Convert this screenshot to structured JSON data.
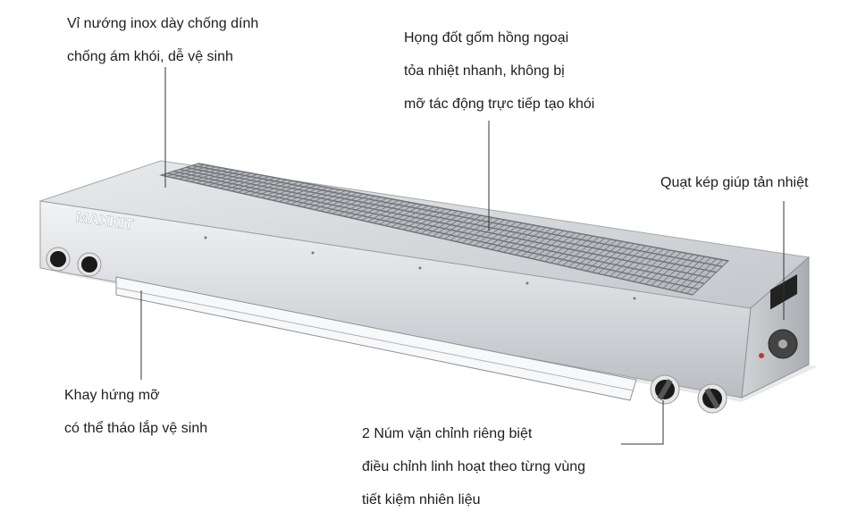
{
  "brand": {
    "logo_text": "MAXKIT"
  },
  "annotations": {
    "grill_rack": {
      "lines": [
        "Vỉ nướng inox dày chống dính",
        "chống ám khói, dễ vệ sinh"
      ]
    },
    "burner": {
      "lines": [
        "Họng đốt gốm hồng ngoại",
        "tỏa nhiệt nhanh, không bị",
        "mỡ tác động trực tiếp tạo khói"
      ]
    },
    "fan": {
      "lines": [
        "Quạt kép giúp tản nhiệt"
      ]
    },
    "drip_tray": {
      "lines": [
        "Khay hứng mỡ",
        "có thể tháo lắp vệ sinh"
      ]
    },
    "knobs": {
      "lines": [
        "2 Núm vặn chỉnh riêng biệt",
        "điều chỉnh linh hoạt theo từng vùng",
        "tiết kiệm nhiên liệu"
      ]
    }
  },
  "colors": {
    "steel_light": "#e4e6e8",
    "steel_mid": "#c9ccd0",
    "steel_dark": "#8e9297",
    "knob": "#1a1a1a",
    "line": "#333333"
  }
}
